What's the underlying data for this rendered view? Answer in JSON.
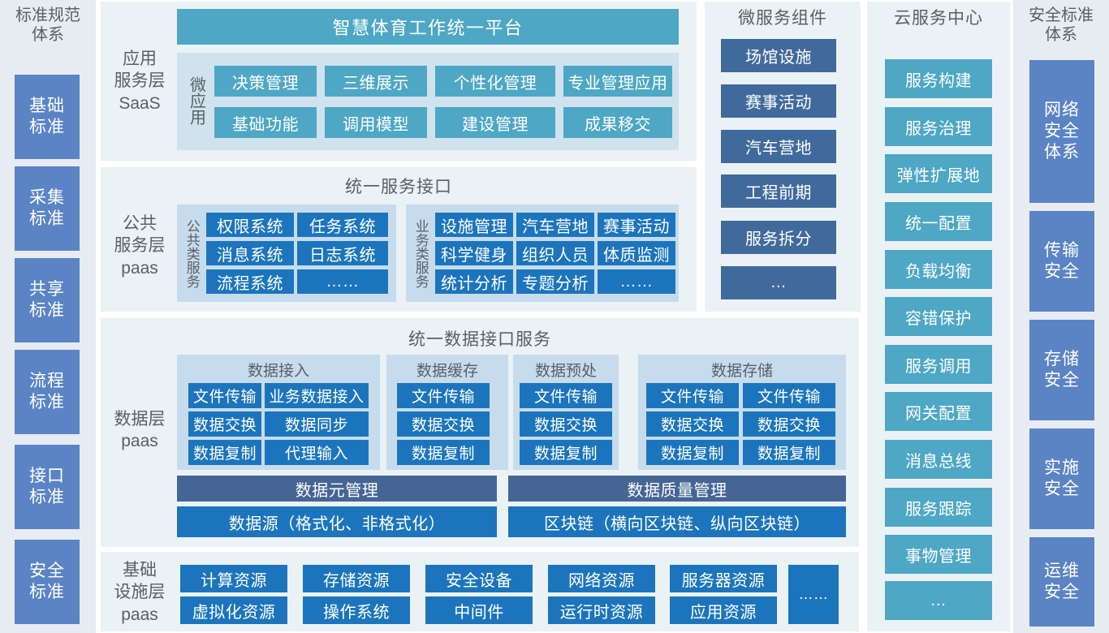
{
  "left_column": {
    "title": "标准规范\n体系",
    "items": [
      {
        "label": "基础\n标准"
      },
      {
        "label": "采集\n标准"
      },
      {
        "label": "共享\n标准"
      },
      {
        "label": "流程\n标准"
      },
      {
        "label": "接口\n标准"
      },
      {
        "label": "安全\n标准"
      }
    ]
  },
  "right_column": {
    "title": "安全标准\n体系",
    "items": [
      {
        "label": "网络\n安全\n体系"
      },
      {
        "label": "传输\n安全"
      },
      {
        "label": "存储\n安全"
      },
      {
        "label": "实施\n安全"
      },
      {
        "label": "运维\n安全"
      }
    ]
  },
  "app_layer": {
    "layer_label": "应用\n服务层\nSaaS",
    "platform_banner": "智慧体育工作统一平台",
    "group_label": "微应用",
    "row1": [
      "决策管理",
      "三维展示",
      "个性化管理",
      "专业管理应用"
    ],
    "row2": [
      "基础功能",
      "调用模型",
      "建设管理",
      "成果移交"
    ]
  },
  "public_layer": {
    "layer_label": "公共\n服务层\npaas",
    "panel_title": "统一服务接口",
    "groups": [
      {
        "vlabel": "公共类服务",
        "rows": [
          [
            "权限系统",
            "任务系统"
          ],
          [
            "消息系统",
            "日志系统"
          ],
          [
            "流程系统",
            "……"
          ]
        ]
      },
      {
        "vlabel": "业务类服务",
        "rows": [
          [
            "设施管理",
            "汽车营地",
            "赛事活动"
          ],
          [
            "科学健身",
            "组织人员",
            "体质监测"
          ],
          [
            "统计分析",
            "专题分析",
            "……"
          ]
        ]
      }
    ]
  },
  "data_layer": {
    "layer_label": "数据层\npaas",
    "panel_title": "统一数据接口服务",
    "groups": [
      {
        "title": "数据接入",
        "columns": 2,
        "chips": [
          "文件传输",
          "业务数据接入",
          "数据交换",
          "数据同步",
          "数据复制",
          "代理输入"
        ]
      },
      {
        "title": "数据缓存",
        "columns": 1,
        "chips": [
          "文件传输",
          "数据交换",
          "数据复制"
        ]
      },
      {
        "title": "数据预处",
        "columns": 1,
        "chips": [
          "文件传输",
          "数据交换",
          "数据复制"
        ]
      },
      {
        "title": "数据存储",
        "columns": 2,
        "chips": [
          "文件传输",
          "文件传输",
          "数据交换",
          "数据交换",
          "数据复制",
          "数据复制"
        ]
      }
    ],
    "mgmt_bars": [
      "数据元管理",
      "数据质量管理"
    ],
    "source_bars": [
      "数据源（格式化、非格式化）",
      "区块链（横向区块链、纵向区块链）"
    ]
  },
  "infra_layer": {
    "layer_label": "基础\n设施层\npaas",
    "row1": [
      "计算资源",
      "存储资源",
      "安全设备",
      "网络资源",
      "服务器资源"
    ],
    "row2": [
      "虚拟化资源",
      "操作系统",
      "中间件",
      "运行时资源",
      "应用资源"
    ],
    "more": "……"
  },
  "microservice_column": {
    "title": "微服务组件",
    "items": [
      "场馆设施",
      "赛事活动",
      "汽车营地",
      "工程前期",
      "服务拆分",
      "…"
    ]
  },
  "cloud_column": {
    "title": "云服务中心",
    "items": [
      "服务构建",
      "服务治理",
      "弹性扩展地",
      "统一配置",
      "负载均衡",
      "容错保护",
      "服务调用",
      "网关配置",
      "消息总线",
      "服务跟踪",
      "事物管理",
      "…"
    ]
  },
  "colors": {
    "panel_bg": "#eaf2f6",
    "std_col_bg": "#e7ecf3",
    "std_box": "#5b84c4",
    "teal": "#4ea7c4",
    "blue": "#1c75bc",
    "slate": "#416a9c",
    "subgroup": "#c6dced",
    "text_muted": "#5a5f66"
  }
}
